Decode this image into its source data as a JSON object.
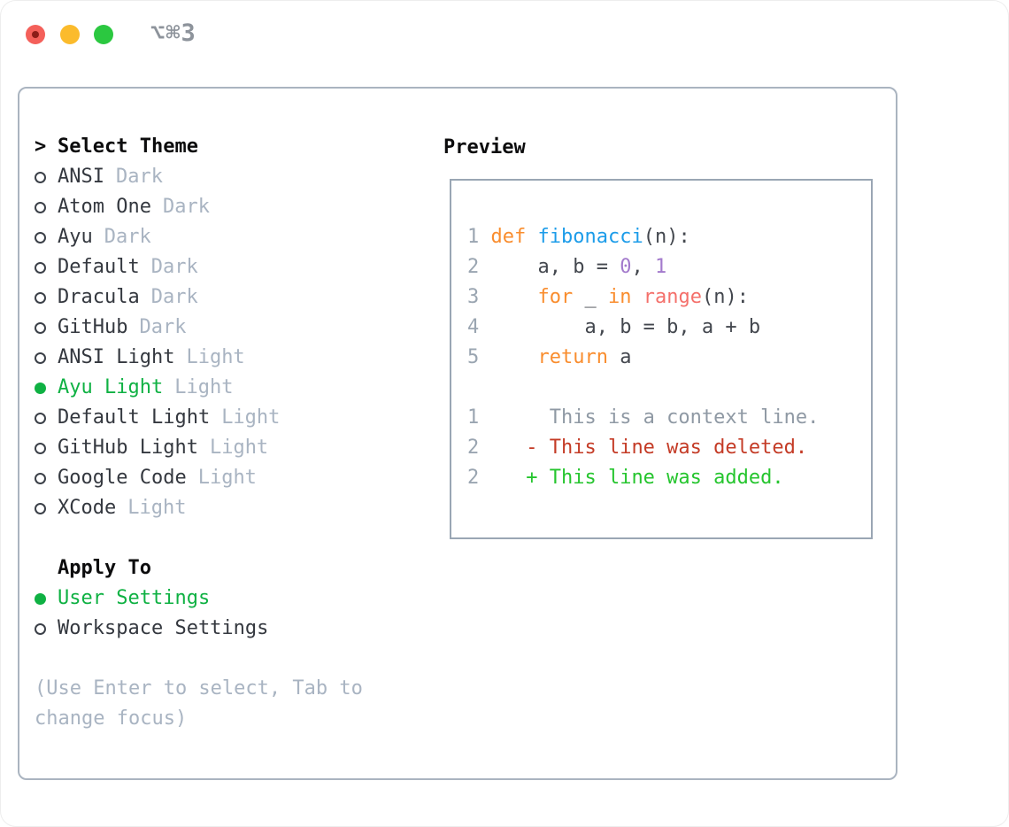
{
  "titlebar": {
    "shortcut": "⌥⌘3",
    "buttons": [
      {
        "name": "close-button",
        "color": "#f4605a"
      },
      {
        "name": "minimize-button",
        "color": "#fbbb2c"
      },
      {
        "name": "zoom-button",
        "color": "#2bc840"
      }
    ]
  },
  "left": {
    "header": {
      "prompt": ">",
      "label": "Select Theme"
    },
    "themes": [
      {
        "name": "ANSI",
        "tag": "Dark",
        "selected": false
      },
      {
        "name": "Atom One",
        "tag": "Dark",
        "selected": false
      },
      {
        "name": "Ayu",
        "tag": "Dark",
        "selected": false
      },
      {
        "name": "Default",
        "tag": "Dark",
        "selected": false
      },
      {
        "name": "Dracula",
        "tag": "Dark",
        "selected": false
      },
      {
        "name": "GitHub",
        "tag": "Dark",
        "selected": false
      },
      {
        "name": "ANSI Light",
        "tag": "Light",
        "selected": false
      },
      {
        "name": "Ayu Light",
        "tag": "Light",
        "selected": true
      },
      {
        "name": "Default Light",
        "tag": "Light",
        "selected": false
      },
      {
        "name": "GitHub Light",
        "tag": "Light",
        "selected": false
      },
      {
        "name": "Google Code",
        "tag": "Light",
        "selected": false
      },
      {
        "name": "XCode",
        "tag": "Light",
        "selected": false
      }
    ],
    "apply_to": {
      "label": "Apply To",
      "options": [
        {
          "name": "User Settings",
          "selected": true
        },
        {
          "name": "Workspace Settings",
          "selected": false
        }
      ]
    },
    "help": [
      "(Use Enter to select, Tab to",
      "change focus)"
    ]
  },
  "preview": {
    "header": "Preview",
    "lines": [
      {
        "id": "code-line-1",
        "tokens": [
          [
            "1",
            "ln"
          ],
          [
            " ",
            "tx"
          ],
          [
            "def",
            "kw"
          ],
          [
            " ",
            "tx"
          ],
          [
            "fibonacci",
            "fn"
          ],
          [
            "(n):",
            "tx"
          ]
        ]
      },
      {
        "id": "code-line-2",
        "tokens": [
          [
            "2",
            "ln"
          ],
          [
            "     a, b = ",
            "tx"
          ],
          [
            "0",
            "nm"
          ],
          [
            ", ",
            "tx"
          ],
          [
            "1",
            "nm"
          ]
        ]
      },
      {
        "id": "code-line-3",
        "tokens": [
          [
            "3",
            "ln"
          ],
          [
            "     ",
            "tx"
          ],
          [
            "for",
            "kw"
          ],
          [
            " _ ",
            "tx"
          ],
          [
            "in",
            "kw"
          ],
          [
            " ",
            "tx"
          ],
          [
            "range",
            "rd"
          ],
          [
            "(n):",
            "tx"
          ]
        ]
      },
      {
        "id": "code-line-4",
        "tokens": [
          [
            "4",
            "ln"
          ],
          [
            "         a, b = b, a + b",
            "tx"
          ]
        ]
      },
      {
        "id": "code-line-5",
        "tokens": [
          [
            "5",
            "ln"
          ],
          [
            "     ",
            "tx"
          ],
          [
            "return",
            "kw"
          ],
          [
            " a",
            "tx"
          ]
        ]
      },
      {
        "id": "blank-line",
        "tokens": []
      },
      {
        "id": "diff-context-line",
        "tokens": [
          [
            "1",
            "ln"
          ],
          [
            "      This is a context line.",
            "ctx"
          ]
        ]
      },
      {
        "id": "diff-deleted-line",
        "tokens": [
          [
            "2",
            "ln"
          ],
          [
            "    ",
            "tx"
          ],
          [
            "- This line was deleted.",
            "del"
          ]
        ]
      },
      {
        "id": "diff-added-line",
        "tokens": [
          [
            "2",
            "ln"
          ],
          [
            "    ",
            "tx"
          ],
          [
            "+ This line was added.",
            "add"
          ]
        ]
      }
    ]
  },
  "colors": {
    "selection_green": "#0fb143",
    "list_name": "#34383f",
    "list_tag": "#a9b4c2",
    "header_black": "#0c0c0d",
    "help_gray": "#a9b4c2",
    "panel_border": "#aab4c0",
    "preview_border": "#9aa6b4",
    "ring_gray": "#3b4048",
    "traffic_red": "#f4605a",
    "traffic_red_dot": "#8c1d18",
    "traffic_yellow": "#fbbb2c",
    "traffic_green": "#2bc840",
    "shortcut_gray": "#8d939b"
  },
  "syntax_colors": {
    "ln": "#9aa5b1",
    "tx": "#43474e",
    "kw": "#f98d2e",
    "fn": "#1c9ce9",
    "nm": "#a37acc",
    "rd": "#f4706b",
    "ctx": "#8f99a4",
    "del": "#c43b26",
    "add": "#25c52e"
  }
}
